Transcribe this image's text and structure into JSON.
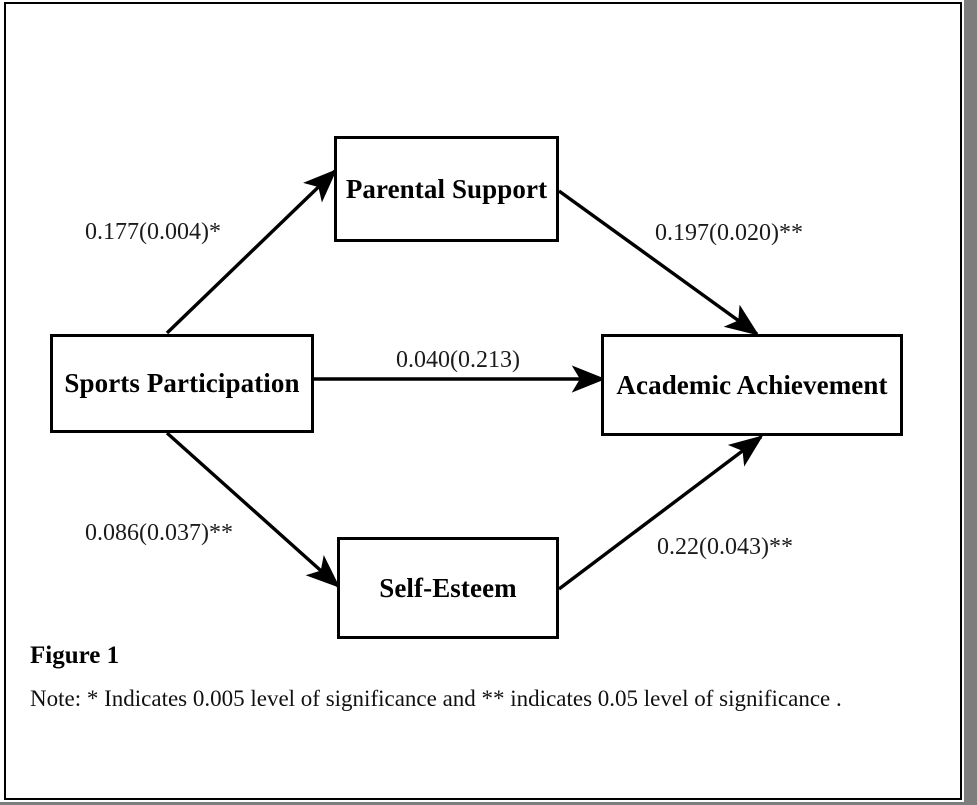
{
  "figure": {
    "caption_title": "Figure 1",
    "caption_note": "Note: * Indicates 0.005 level of significance and ** indicates 0.05 level of significance ."
  },
  "nodes": {
    "sports": "Sports Participation",
    "parental": "Parental Support",
    "esteem": "Self-Esteem",
    "academic": "Academic Achievement"
  },
  "paths": {
    "sports_to_parental": "0.177(0.004)*",
    "parental_to_academic": "0.197(0.020)**",
    "sports_to_academic": "0.040(0.213)",
    "sports_to_esteem": "0.086(0.037)**",
    "esteem_to_academic": "0.22(0.043)**"
  },
  "chart_data": {
    "type": "diagram",
    "title": "Figure 1",
    "diagram_kind": "path-analysis-mediation-model",
    "nodes": [
      {
        "id": "sports",
        "label": "Sports Participation",
        "role": "predictor"
      },
      {
        "id": "parental",
        "label": "Parental Support",
        "role": "mediator"
      },
      {
        "id": "esteem",
        "label": "Self-Esteem",
        "role": "mediator"
      },
      {
        "id": "academic",
        "label": "Academic Achievement",
        "role": "outcome"
      }
    ],
    "edges": [
      {
        "from": "sports",
        "to": "parental",
        "label": "0.177(0.004)*",
        "coefficient": 0.177,
        "p_value": 0.004,
        "significance": "*"
      },
      {
        "from": "parental",
        "to": "academic",
        "label": "0.197(0.020)**",
        "coefficient": 0.197,
        "p_value": 0.02,
        "significance": "**"
      },
      {
        "from": "sports",
        "to": "academic",
        "label": "0.040(0.213)",
        "coefficient": 0.04,
        "p_value": 0.213,
        "significance": ""
      },
      {
        "from": "sports",
        "to": "esteem",
        "label": "0.086(0.037)**",
        "coefficient": 0.086,
        "p_value": 0.037,
        "significance": "**"
      },
      {
        "from": "esteem",
        "to": "academic",
        "label": "0.22(0.043)**",
        "coefficient": 0.22,
        "p_value": 0.043,
        "significance": "**"
      }
    ],
    "note": "Note: * Indicates 0.005 level of significance and ** indicates 0.05 level of significance ."
  },
  "colors": {
    "stroke": "#000000",
    "background": "#ffffff",
    "gutter": "#7d7d7d"
  }
}
